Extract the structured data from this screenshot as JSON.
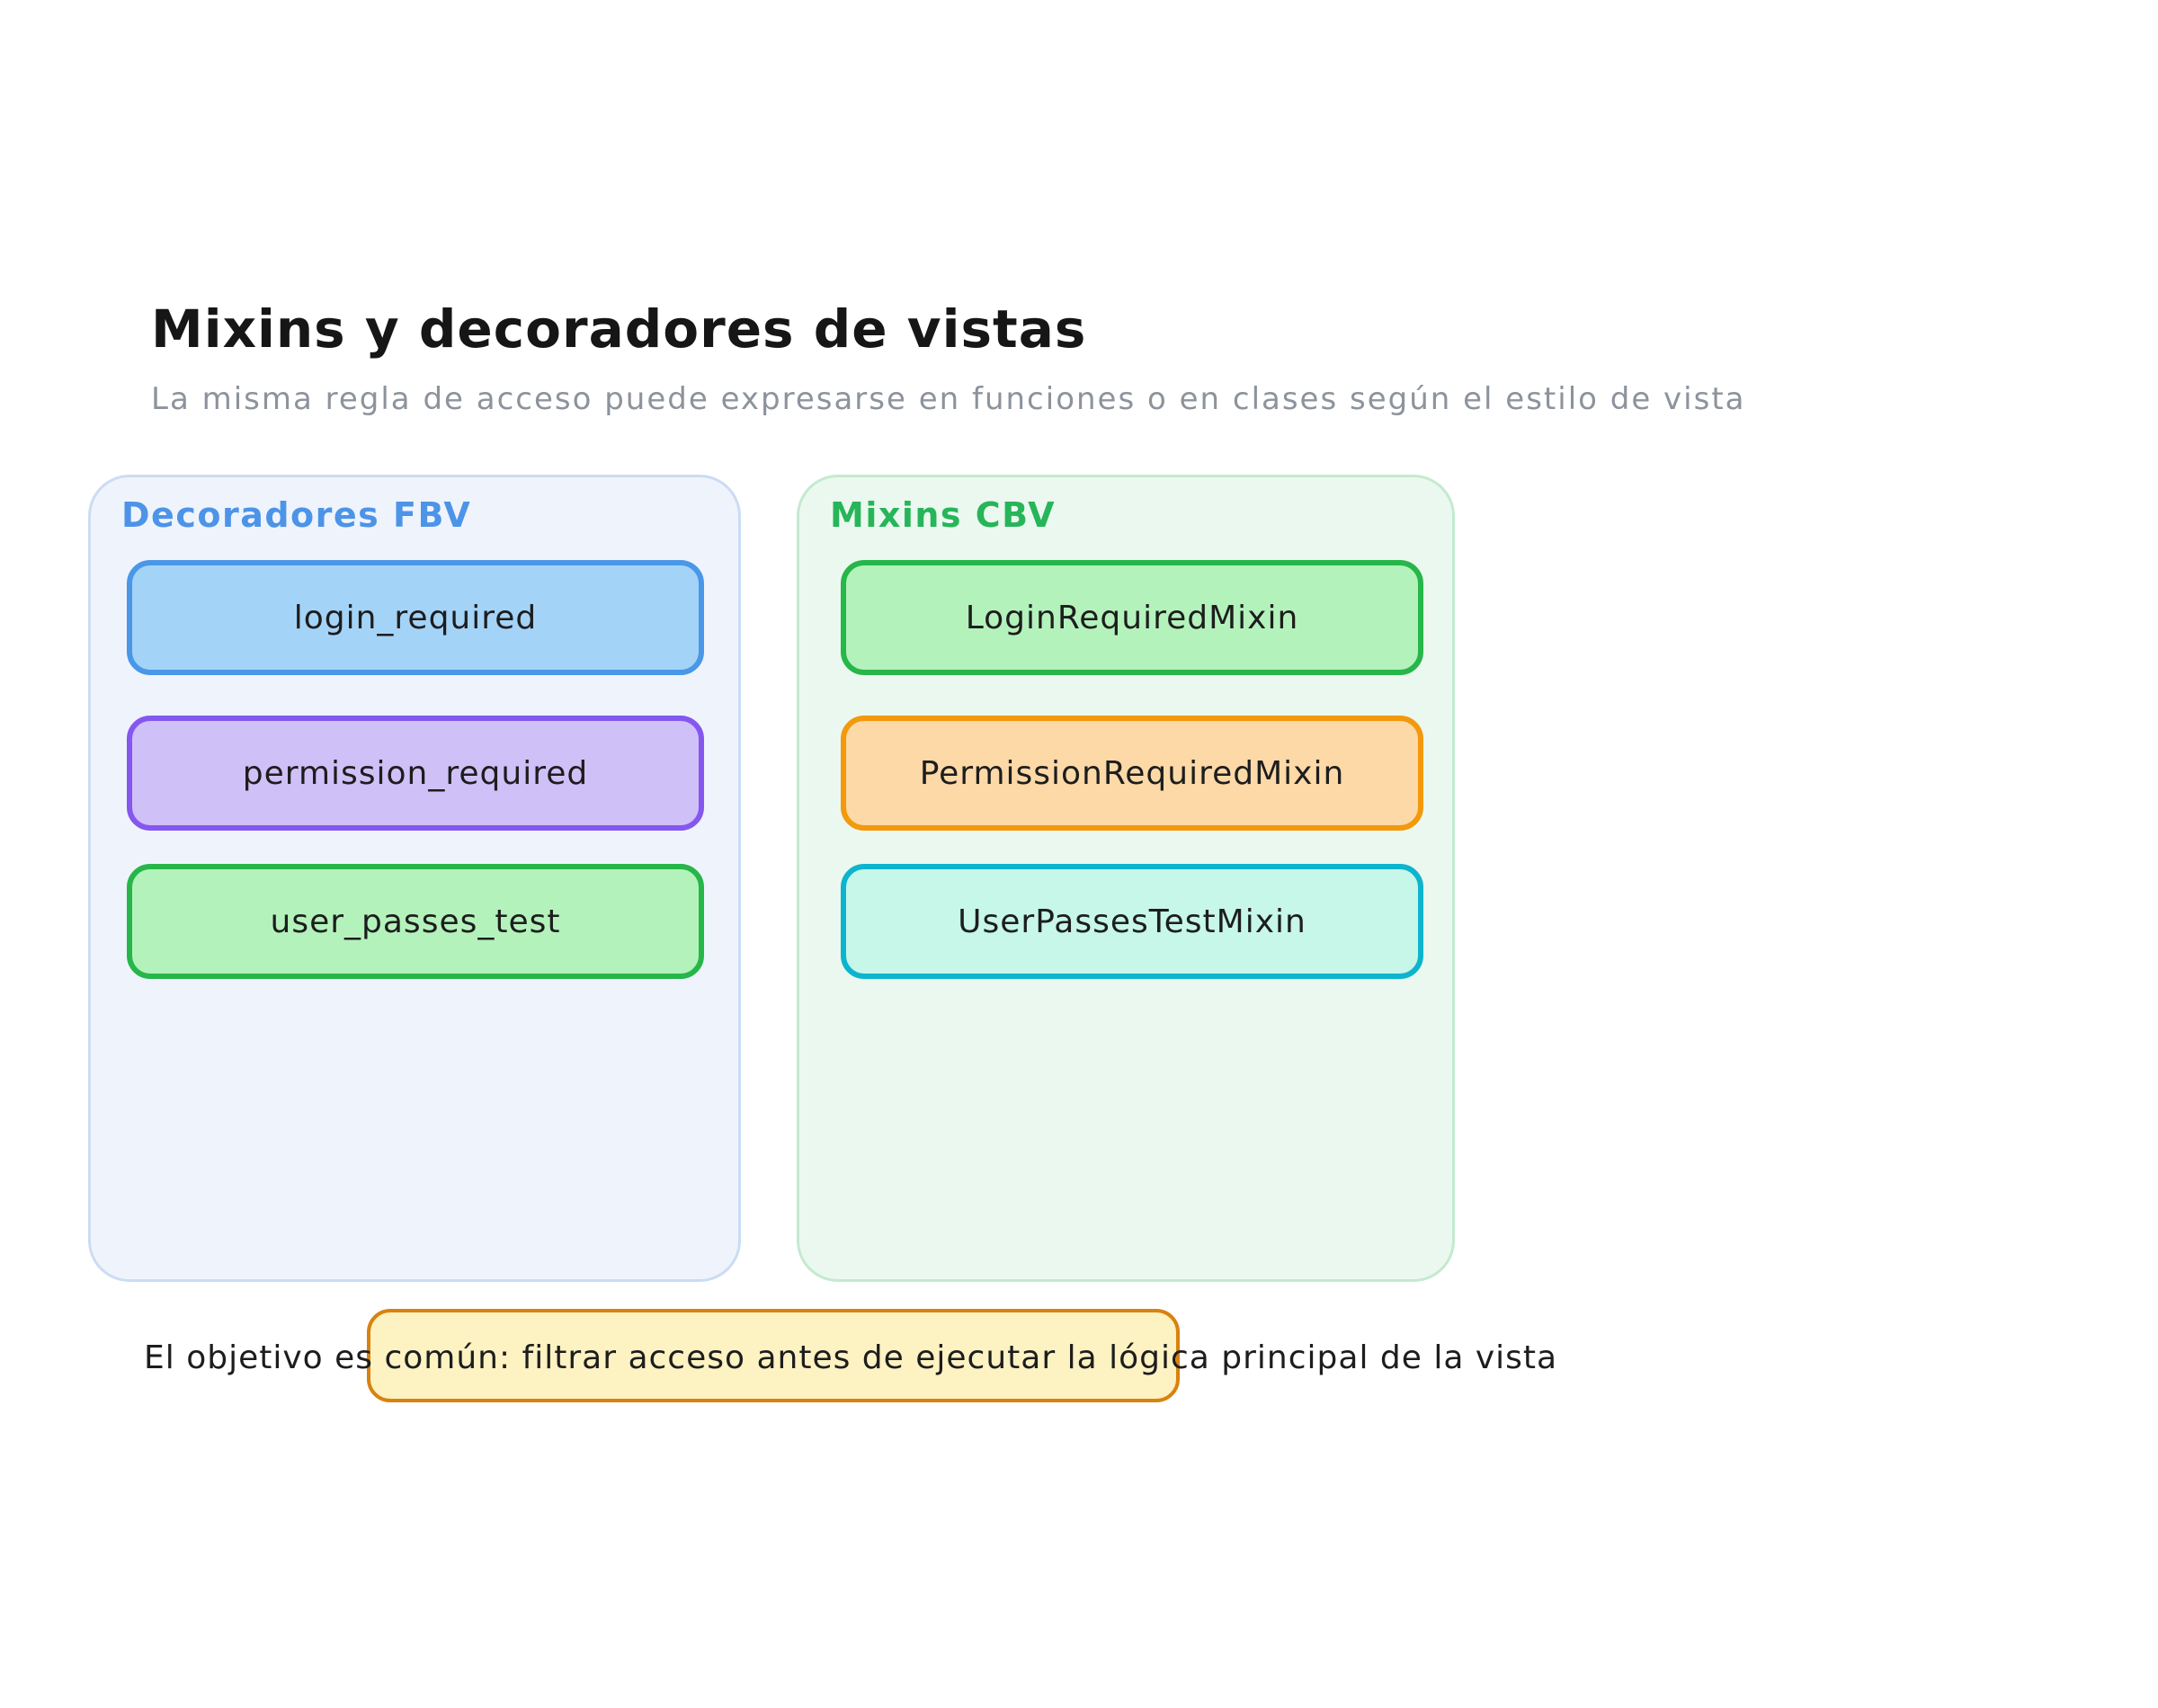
{
  "page": {
    "title": "Mixins y decoradores de vistas",
    "subtitle": "La misma regla de acceso puede expresarse en funciones o en clases según el estilo de vista",
    "title_color": "#161616",
    "subtitle_color": "#8d939c",
    "background_color": "#ffffff"
  },
  "panels": [
    {
      "header": "Decoradores FBV",
      "style": {
        "fill": "#eff4fc",
        "stroke": "#cbdcf4"
      },
      "header_style": {
        "text": "#4d94e8"
      },
      "items": [
        {
          "label": "login_required",
          "style": {
            "fill": "#a4d3f8",
            "stroke": "#4a97e8"
          }
        },
        {
          "label": "permission_required",
          "style": {
            "fill": "#d0c0f8",
            "stroke": "#8557ef"
          }
        },
        {
          "label": "user_passes_test",
          "style": {
            "fill": "#b4f2bc",
            "stroke": "#27b649"
          }
        }
      ]
    },
    {
      "header": "Mixins CBV",
      "style": {
        "fill": "#ebf8ef",
        "stroke": "#c3ead0"
      },
      "header_style": {
        "text": "#27b55a"
      },
      "items": [
        {
          "label": "LoginRequiredMixin",
          "style": {
            "fill": "#b4f2bc",
            "stroke": "#27b649"
          }
        },
        {
          "label": "PermissionRequiredMixin",
          "style": {
            "fill": "#fcd9a7",
            "stroke": "#f2990c"
          }
        },
        {
          "label": "UserPassesTestMixin",
          "style": {
            "fill": "#c6f7e9",
            "stroke": "#0db4cd"
          }
        }
      ]
    }
  ],
  "note": {
    "text": "El objetivo es común: filtrar acceso antes de ejecutar la lógica principal de la vista",
    "highlight_style": {
      "fill": "#fdf2c2",
      "stroke": "#d9820f"
    }
  }
}
